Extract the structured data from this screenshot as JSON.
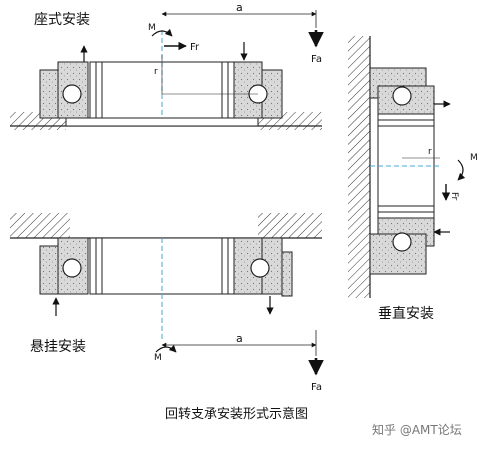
{
  "labels": {
    "seat_mount": "座式安装",
    "hanging_mount": "悬挂安装",
    "vertical_mount": "垂直安装",
    "caption": "回转支承安装形式示意图",
    "watermark": "知乎 @AMT论坛"
  },
  "symbols": {
    "moment": "M",
    "radial_force": "Fr",
    "axial_force": "Fa",
    "distance": "a",
    "radius": "r"
  },
  "colors": {
    "line": "#222222",
    "fill_gray": "#d9d9d9",
    "center_line": "#4aa8d8",
    "background": "#ffffff"
  }
}
